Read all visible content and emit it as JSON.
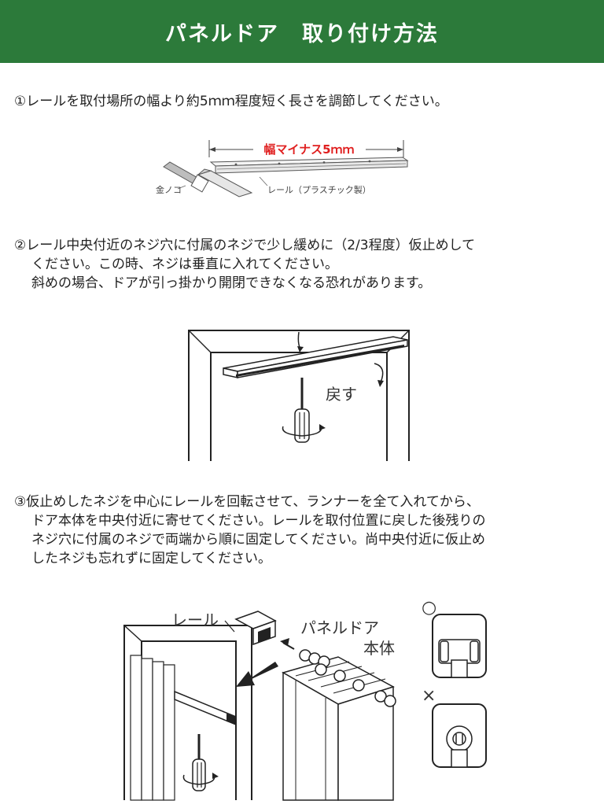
{
  "header": {
    "title": "パネルドア　取り付け方法",
    "color": "#2c7a3a"
  },
  "steps": [
    {
      "lines": [
        "①レールを取付場所の幅より約5ｍｍ程度短く長さを調節してください。"
      ]
    },
    {
      "lines": [
        "②レール中央付近のネジ穴に付属のネジで少し緩めに（2/3程度）仮止めして",
        "ください。この時、ネジは垂直に入れてください。",
        "斜めの場合、ドアが引っ掛かり開閉できなくなる恐れがあります。"
      ]
    },
    {
      "lines": [
        "③仮止めしたネジを中心にレールを回転させて、ランナーを全て入れてから、",
        "ドア本体を中央付近に寄せてください。レールを取付位置に戻した後残りの",
        "ネジ穴に付属のネジで両端から順に固定してください。尚中央付近に仮止め",
        "したネジも忘れずに固定してください。"
      ]
    }
  ],
  "figure1": {
    "width_label": "幅マイナス5ｍｍ",
    "saw_label": "金ノコ",
    "rail_label": "レール（プラスチック製）",
    "accent_color": "#e02020"
  },
  "figure2": {
    "return_label": "戻す"
  },
  "figure3": {
    "rail_label": "レール",
    "door_label_1": "パネルドア",
    "door_label_2": "本体",
    "ok_symbol": "○",
    "ng_symbol": "×"
  }
}
